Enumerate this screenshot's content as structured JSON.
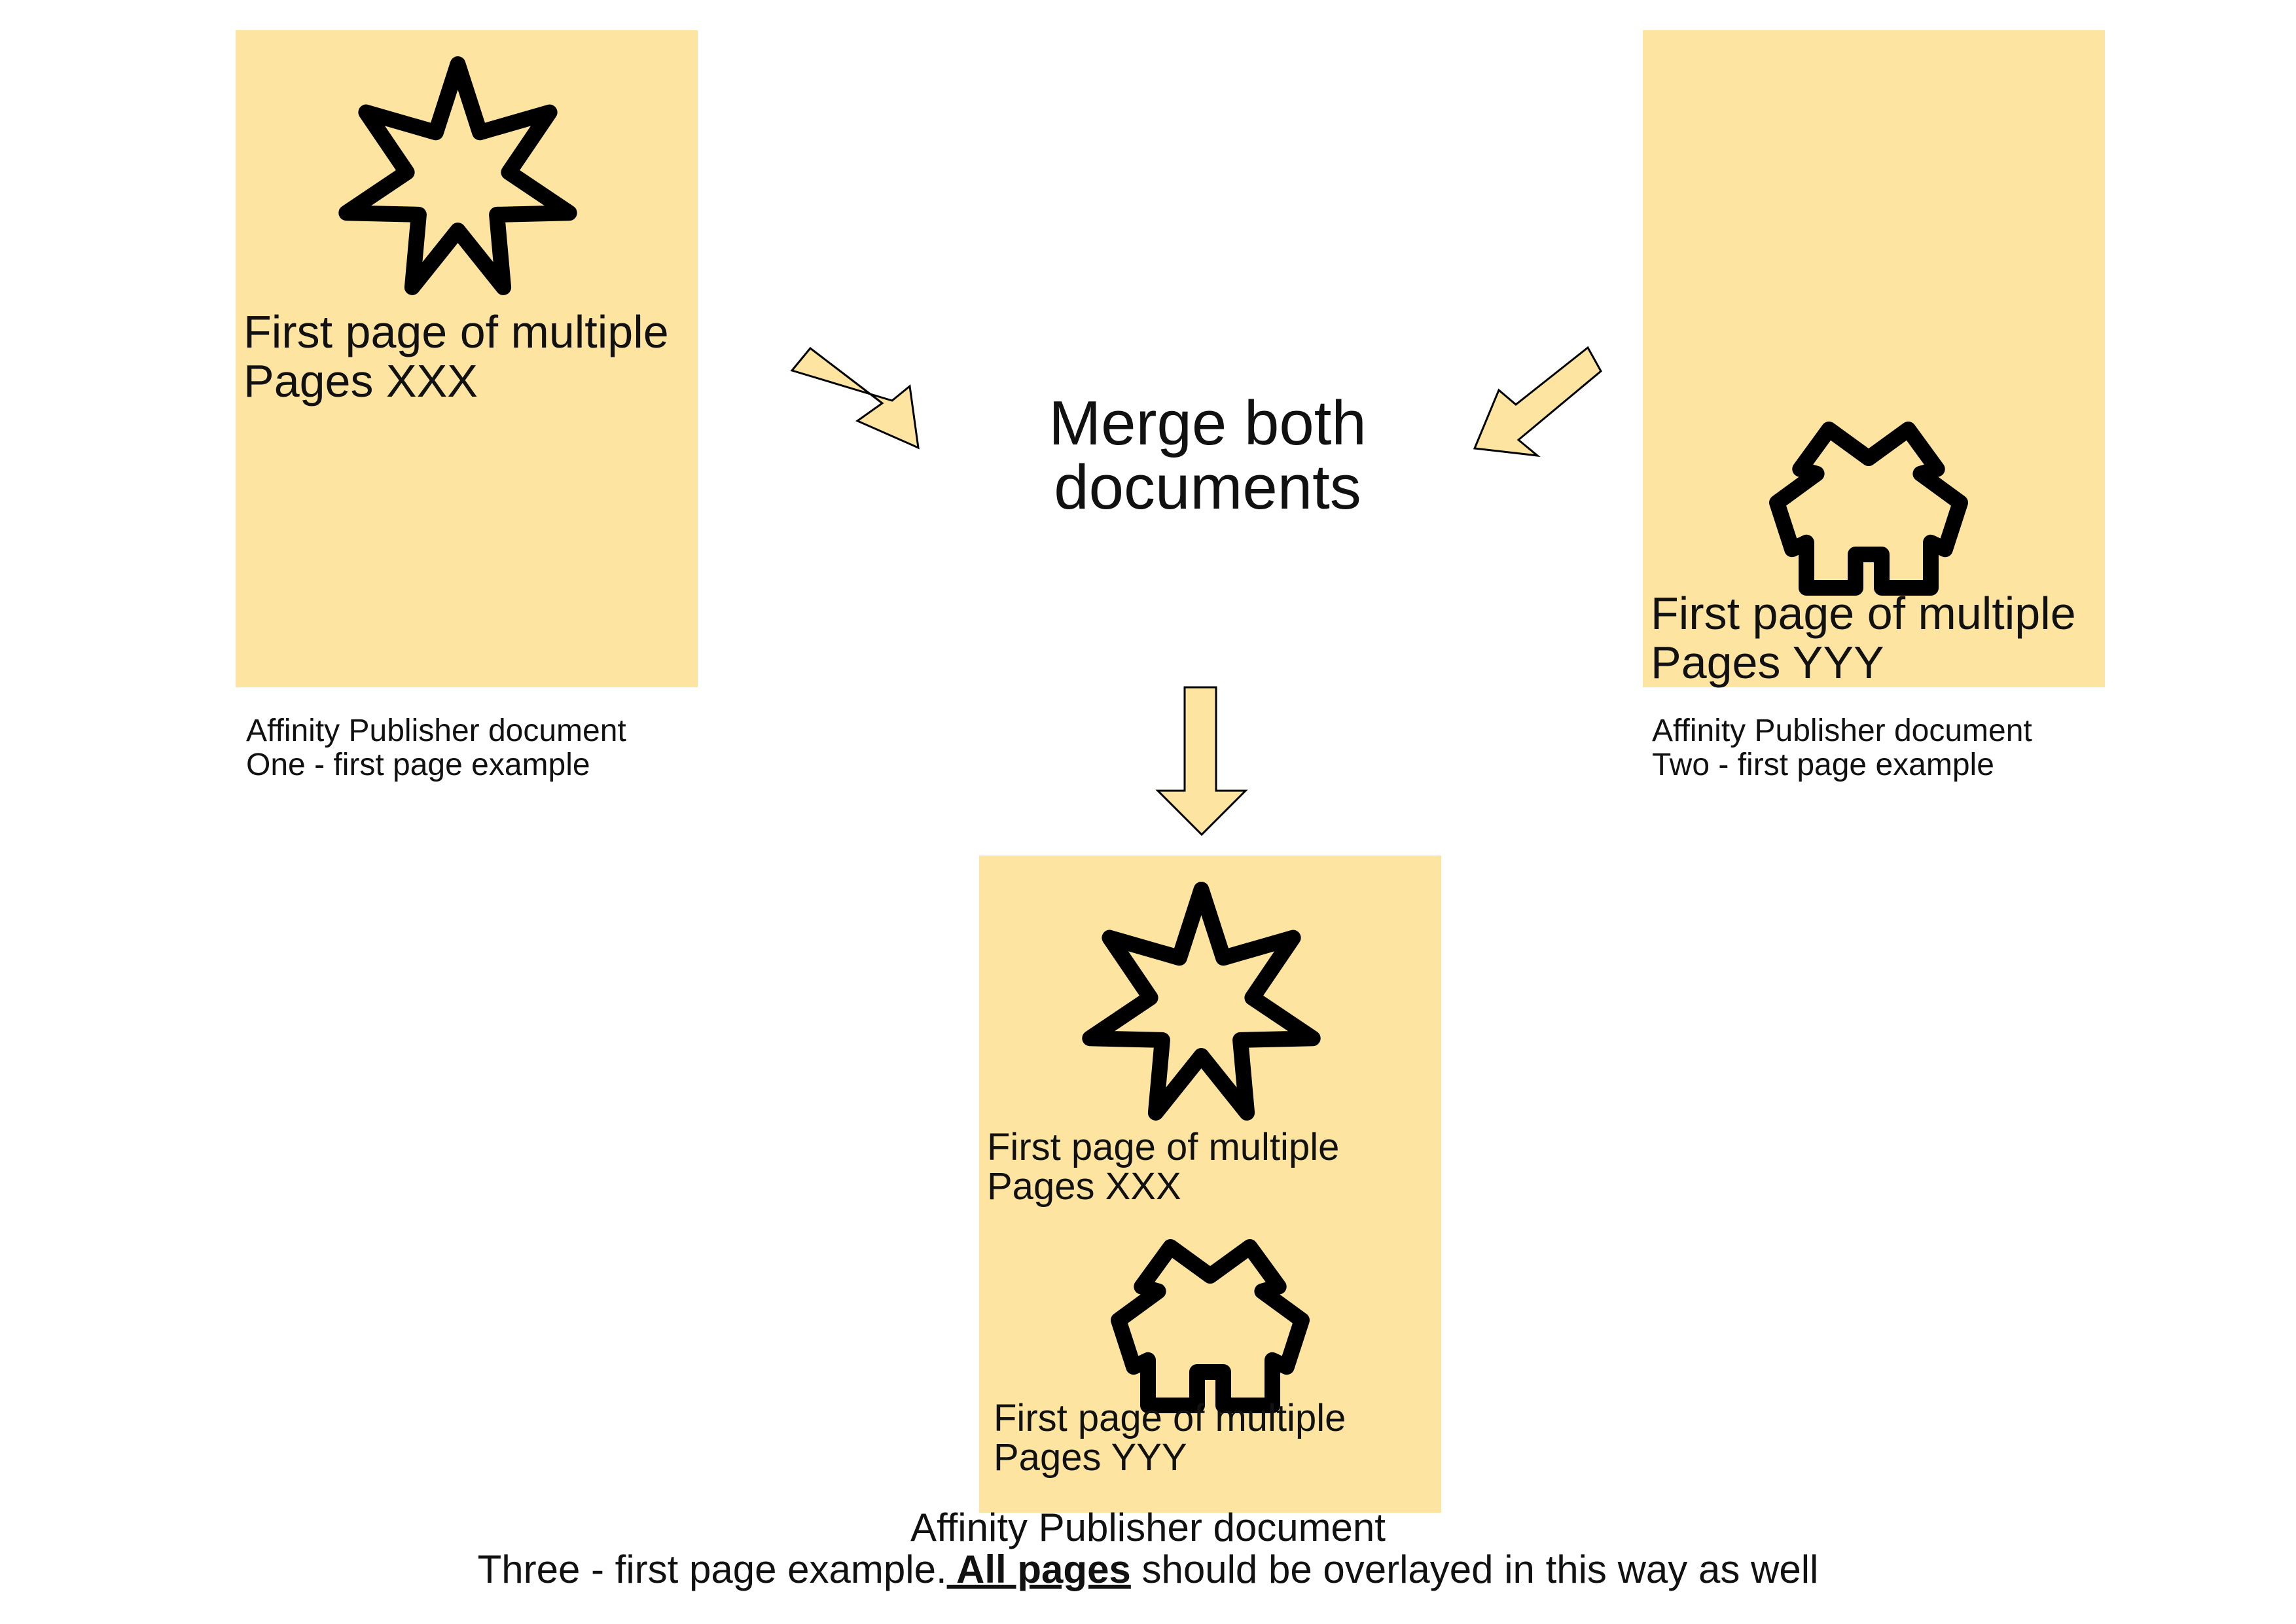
{
  "document_one": {
    "page_text_line1": "First page of multiple",
    "page_text_line2": "Pages XXX",
    "caption_line1": "Affinity Publisher document",
    "caption_line2": "One - first page example",
    "icon": "seven-point-star-icon"
  },
  "document_two": {
    "page_text_line1": "First page of multiple",
    "page_text_line2": "Pages YYY",
    "caption_line1": "Affinity Publisher document",
    "caption_line2": "Two - first page example",
    "icon": "five-arm-cross-icon"
  },
  "merge": {
    "title_line1": "Merge both",
    "title_line2": "documents"
  },
  "document_three": {
    "xxx_text_line1": "First page of multiple",
    "xxx_text_line2": "Pages XXX",
    "yyy_text_line1": "First page of multiple",
    "yyy_text_line2": "Pages YYY",
    "caption_line1": "Affinity Publisher document",
    "caption_line2_start": "Three - first page example.",
    "caption_line2_emphasis": " All pages",
    "caption_line2_end": " should be  overlayed in this way  as well"
  },
  "colors": {
    "page_fill": "#fde5a1",
    "outline": "#000000",
    "background": "#ffffff"
  }
}
